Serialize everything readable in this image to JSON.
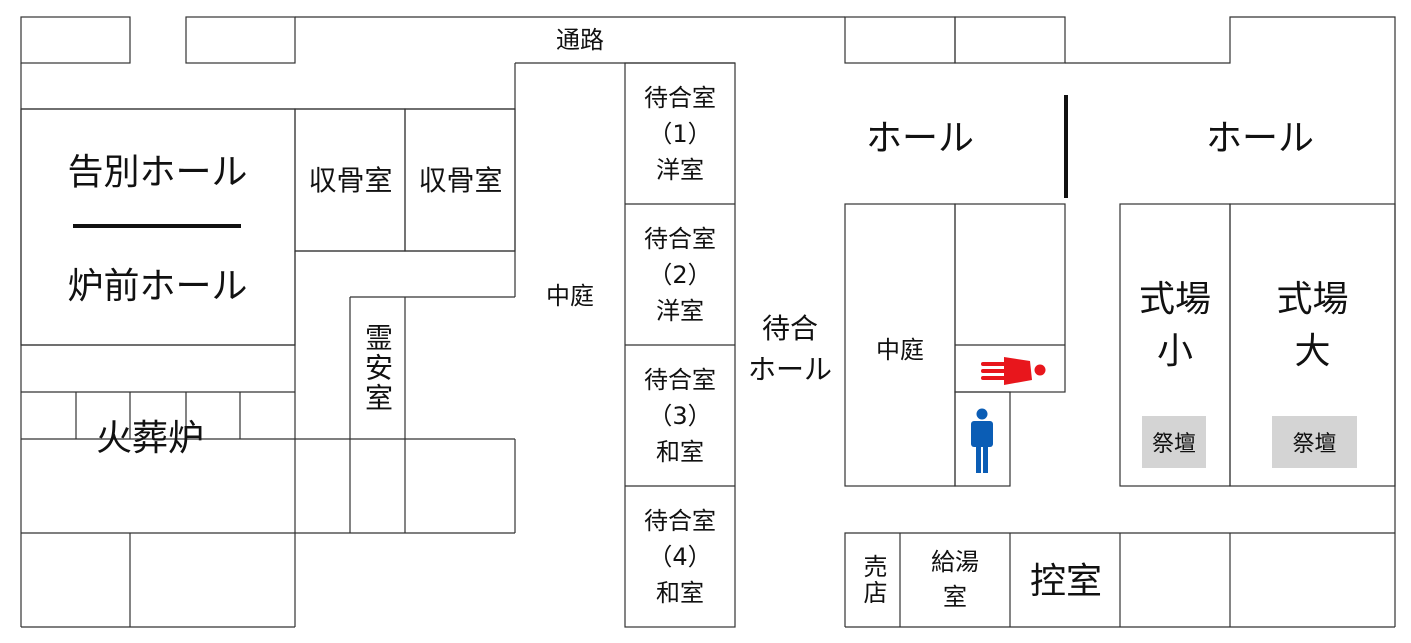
{
  "labels": {
    "corridor": "通路",
    "farewell_hall": "告別ホール",
    "furnace_front_hall": "炉前ホール",
    "cremation_furnace": "火葬炉",
    "bone_room_1": "収骨室",
    "bone_room_2": "収骨室",
    "spirit_room": "霊安室",
    "courtyard_left": "中庭",
    "courtyard_right": "中庭",
    "waiting_1": "待合室\n（1）\n洋室",
    "waiting_2": "待合室\n（2）\n洋室",
    "waiting_3": "待合室\n（3）\n和室",
    "waiting_4": "待合室\n（4）\n和室",
    "waiting_hall": "待合\nホール",
    "hall_left": "ホール",
    "hall_right": "ホール",
    "ceremony_small": "式場\n小",
    "ceremony_large": "式場\n大",
    "altar_small": "祭壇",
    "altar_large": "祭壇",
    "shop": "売店",
    "kitchenette": "給湯\n室",
    "green_room": "控室"
  },
  "icons": {
    "female_toilet": "female-toilet-icon",
    "male_toilet": "male-toilet-icon"
  },
  "colors": {
    "female_icon": "#e8161c",
    "male_icon": "#0b5db5",
    "altar_bg": "#d4d4d4",
    "line": "#333333"
  }
}
